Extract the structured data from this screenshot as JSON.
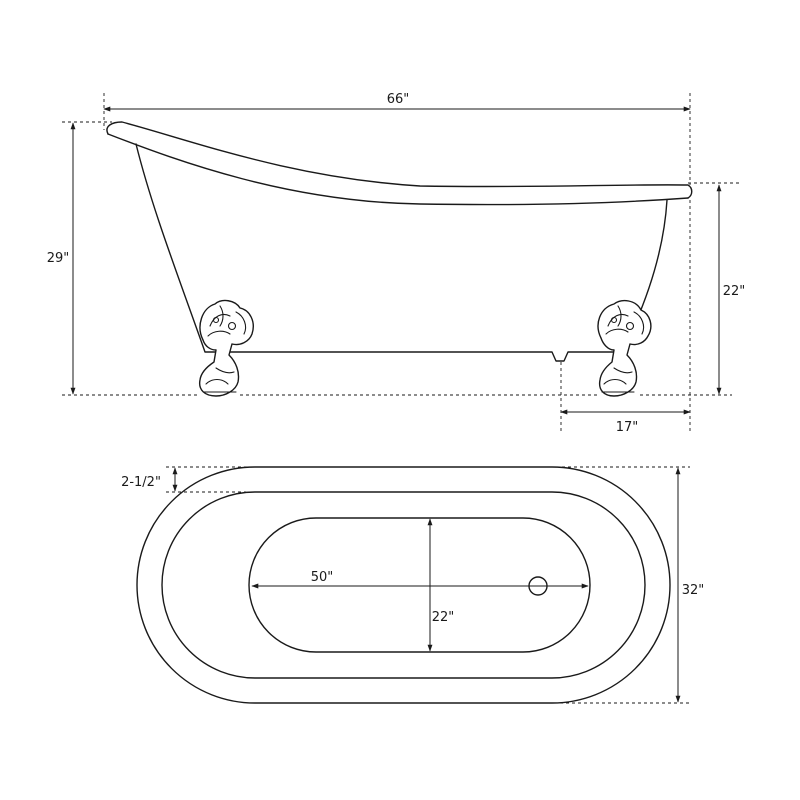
{
  "side_view": {
    "overall_length": "66\"",
    "overall_height": "29\"",
    "rim_height": "22\"",
    "drain_offset": "17\""
  },
  "top_view": {
    "rim_width": "2-1/2\"",
    "interior_length": "50\"",
    "interior_width": "22\"",
    "overall_width": "32\""
  },
  "colors": {
    "line": "#1a1a1a",
    "background": "#ffffff"
  }
}
